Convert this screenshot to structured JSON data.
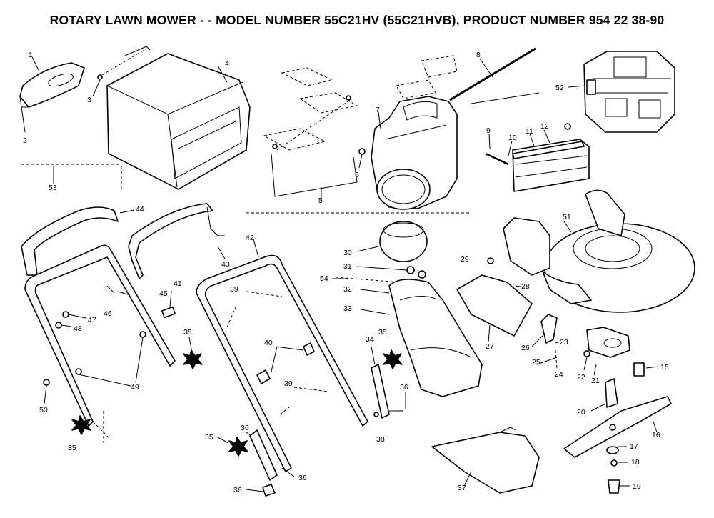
{
  "title": "ROTARY LAWN MOWER - - MODEL NUMBER 55C21HV (55C21HVB), PRODUCT NUMBER 954 22 38-90",
  "labels": {
    "p1": "1",
    "p2": "2",
    "p3": "3",
    "p4": "4",
    "p5": "5",
    "p6": "6",
    "p7": "7",
    "p8": "8",
    "p9": "9",
    "p10": "10",
    "p11": "11",
    "p12": "12",
    "p15": "15",
    "p16": "16",
    "p17": "17",
    "p18": "18",
    "p19": "19",
    "p20": "20",
    "p21": "21",
    "p22": "22",
    "p23": "23",
    "p24": "24",
    "p25": "25",
    "p26": "26",
    "p27": "27",
    "p28": "28",
    "p29": "29",
    "p30": "30",
    "p31": "31",
    "p32": "32",
    "p33": "33",
    "p34": "34",
    "p35": "35",
    "p36": "36",
    "p37": "37",
    "p38": "38",
    "p39": "39",
    "p40": "40",
    "p41": "41",
    "p42": "42",
    "p43": "43",
    "p44": "44",
    "p45": "45",
    "p46": "46",
    "p47": "47",
    "p48": "48",
    "p49": "49",
    "p50": "50",
    "p51": "51",
    "p52": "52",
    "p53": "53",
    "p54": "54"
  }
}
